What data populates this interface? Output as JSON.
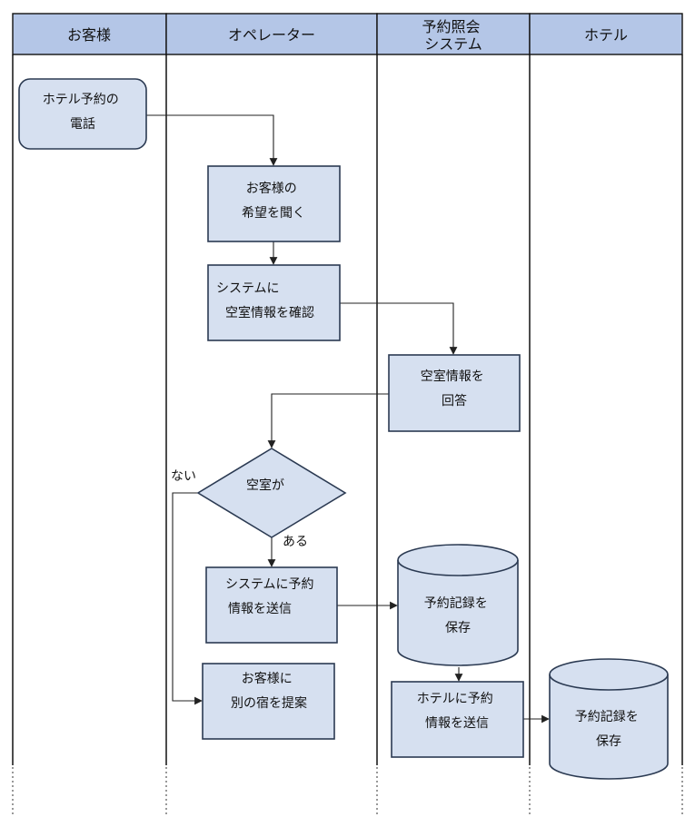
{
  "lanes": [
    {
      "id": "customer",
      "label": "お客様"
    },
    {
      "id": "operator",
      "label": "オペレーター"
    },
    {
      "id": "system",
      "label_lines": [
        "予約照会",
        "システム"
      ]
    },
    {
      "id": "hotel",
      "label": "ホテル"
    }
  ],
  "nodes": {
    "call": {
      "lines": [
        "ホテル予約の",
        "電話"
      ]
    },
    "hear": {
      "lines": [
        "お客様の",
        "希望を聞く"
      ]
    },
    "check": {
      "lines": [
        "システムに",
        "空室情報を確認"
      ]
    },
    "answer": {
      "lines": [
        "空室情報を",
        "回答"
      ]
    },
    "decision": {
      "lines": [
        "空室が"
      ]
    },
    "send1": {
      "lines": [
        "システムに予約",
        "情報を送信"
      ]
    },
    "propose": {
      "lines": [
        "お客様に",
        "別の宿を提案"
      ]
    },
    "save1": {
      "lines": [
        "予約記録を",
        "保存"
      ]
    },
    "send2": {
      "lines": [
        "ホテルに予約",
        "情報を送信"
      ]
    },
    "save2": {
      "lines": [
        "予約記録を",
        "保存"
      ]
    }
  },
  "edge_labels": {
    "yes": "ある",
    "no": "ない"
  },
  "colors": {
    "header_fill": "#b4c6e7",
    "node_fill": "#d6e0f0",
    "node_stroke": "#2b3a52",
    "lane_line": "#111111"
  }
}
